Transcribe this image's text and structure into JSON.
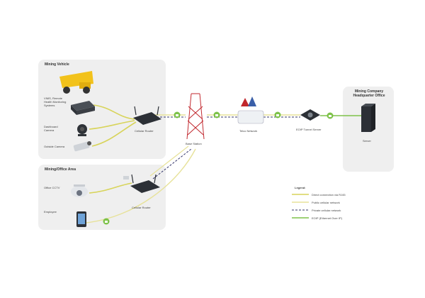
{
  "colors": {
    "direct": "#d8d45a",
    "public": "#e7e29a",
    "private": "#34356a",
    "ethernet": "#7ec24a",
    "panel": "#efefef",
    "device": "#3b3f45",
    "truck": "#f2c21b"
  },
  "panels": {
    "vehicle_title": "Mining Vehicle",
    "office_area_title": "Mining/Office Area",
    "hq_title": "Mining Company Headquarter Office"
  },
  "devices": {
    "vmms": "VIMS, Remote Health Monitoring Systems",
    "dashboard_camera": "Dashboard Camera",
    "outside_camera": "Outside Camera",
    "vehicle_router": "Cellular Router",
    "base_station": "Base Station",
    "telco": "Telco Network",
    "tunnel_server": "EOIP Tunnel Server",
    "server": "Server",
    "office_cctv": "Office CCTV",
    "employee": "Employee",
    "office_router": "Cellular Router"
  },
  "legend": {
    "title": "Legend:",
    "items": [
      {
        "label": "Direct connection via RJ45",
        "style": "direct"
      },
      {
        "label": "Public cellular network",
        "style": "public"
      },
      {
        "label": "Private cellular network",
        "style": "private"
      },
      {
        "label": "EOIP (Ethernet Over IP)",
        "style": "ethernet"
      }
    ]
  },
  "icons": [
    "truck-icon",
    "monitor-box-icon",
    "dome-camera-icon",
    "bullet-camera-icon",
    "router-icon",
    "cell-tower-icon",
    "cloud-network-icon",
    "tunnel-server-icon",
    "server-tower-icon",
    "cctv-icon",
    "tablet-icon",
    "lock-icon"
  ]
}
